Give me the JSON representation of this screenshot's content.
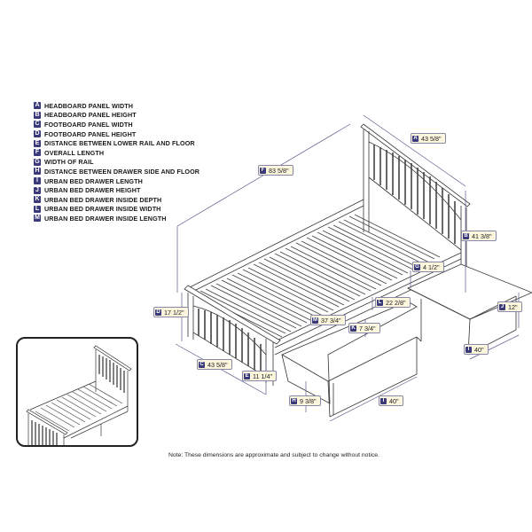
{
  "legend": [
    {
      "letter": "A",
      "label": "HEADBOARD PANEL WIDTH"
    },
    {
      "letter": "B",
      "label": "HEADBOARD PANEL HEIGHT"
    },
    {
      "letter": "C",
      "label": "FOOTBOARD PANEL WIDTH"
    },
    {
      "letter": "D",
      "label": "FOOTBOARD PANEL HEIGHT"
    },
    {
      "letter": "E",
      "label": "DISTANCE BETWEEN LOWER RAIL AND FLOOR"
    },
    {
      "letter": "F",
      "label": "OVERALL LENGTH"
    },
    {
      "letter": "G",
      "label": "WIDTH OF RAIL"
    },
    {
      "letter": "H",
      "label": "DISTANCE BETWEEN DRAWER SIDE AND FLOOR"
    },
    {
      "letter": "I",
      "label": "URBAN BED DRAWER LENGTH"
    },
    {
      "letter": "J",
      "label": "URBAN BED DRAWER HEIGHT"
    },
    {
      "letter": "K",
      "label": "URBAN BED DRAWER INSIDE DEPTH"
    },
    {
      "letter": "L",
      "label": "URBAN BED DRAWER INSIDE WIDTH"
    },
    {
      "letter": "M",
      "label": "URBAN BED DRAWER INSIDE LENGTH"
    }
  ],
  "dimensions": {
    "A": {
      "letter": "A",
      "value": "43 5/8\""
    },
    "B": {
      "letter": "B",
      "value": "41 3/8\""
    },
    "C": {
      "letter": "C",
      "value": "43 5/8\""
    },
    "D": {
      "letter": "D",
      "value": "17 1/2\""
    },
    "E": {
      "letter": "E",
      "value": "11 1/4\""
    },
    "F": {
      "letter": "F",
      "value": "83 5/8\""
    },
    "G": {
      "letter": "G",
      "value": "4 1/2\""
    },
    "H": {
      "letter": "H",
      "value": "9 3/8\""
    },
    "I1": {
      "letter": "I",
      "value": "40\""
    },
    "I2": {
      "letter": "I",
      "value": "40\""
    },
    "J": {
      "letter": "J",
      "value": "12\""
    },
    "K": {
      "letter": "K",
      "value": "7 3/4\""
    },
    "L": {
      "letter": "L",
      "value": "22 2/8\""
    },
    "M": {
      "letter": "M",
      "value": "37 3/4\""
    }
  },
  "note": "Note:  These dimensions are approximate and subject to change without notice.",
  "colors": {
    "badge": "#3a3a7a",
    "label_bg": "#fbf6dc",
    "dim_line": "#5a5a8a",
    "drawing_line": "#333333"
  }
}
